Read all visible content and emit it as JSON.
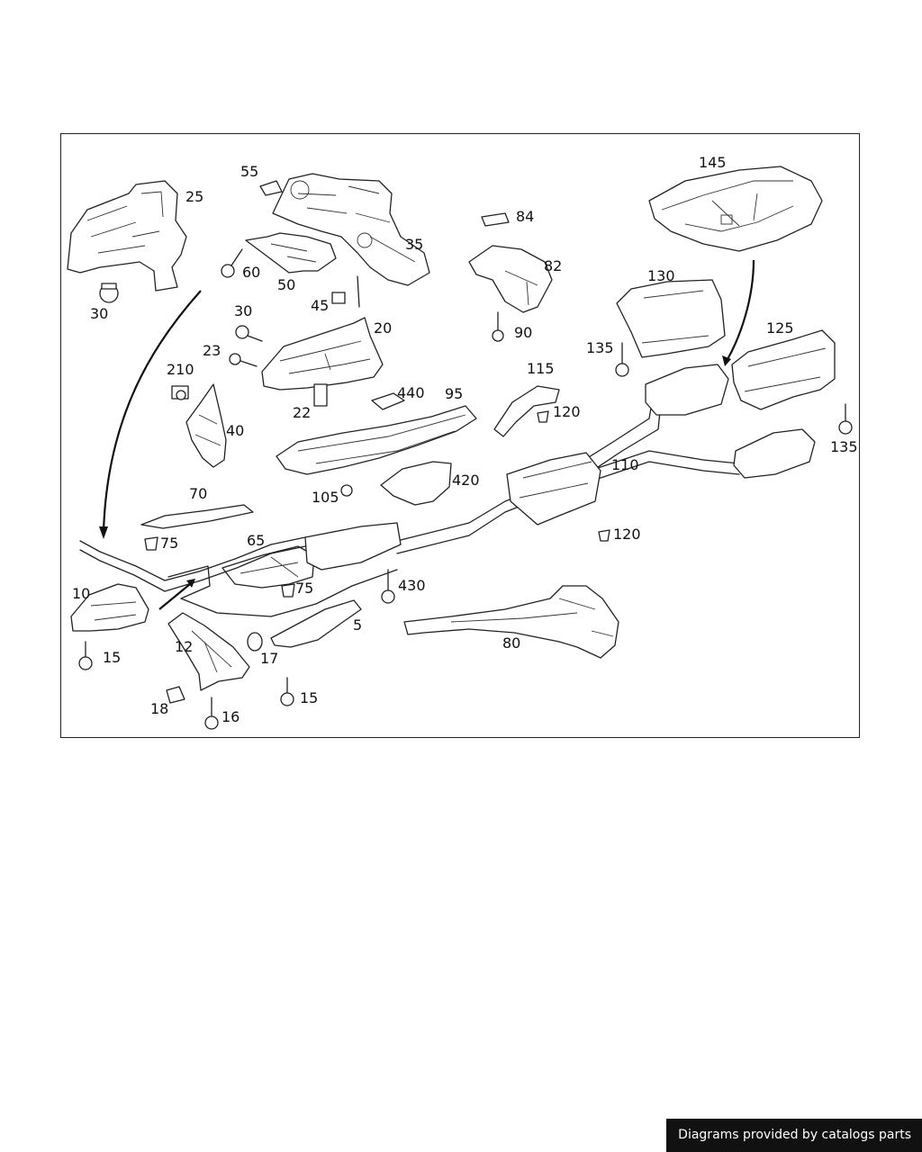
{
  "diagram": {
    "callouts": [
      {
        "id": "c25",
        "label": "25"
      },
      {
        "id": "c55",
        "label": "55"
      },
      {
        "id": "c35",
        "label": "35"
      },
      {
        "id": "c84",
        "label": "84"
      },
      {
        "id": "c145",
        "label": "145"
      },
      {
        "id": "c82",
        "label": "82"
      },
      {
        "id": "c60",
        "label": "60"
      },
      {
        "id": "c50",
        "label": "50"
      },
      {
        "id": "c30a",
        "label": "30"
      },
      {
        "id": "c45",
        "label": "45"
      },
      {
        "id": "c130",
        "label": "130"
      },
      {
        "id": "c30b",
        "label": "30"
      },
      {
        "id": "c90",
        "label": "90"
      },
      {
        "id": "c20",
        "label": "20"
      },
      {
        "id": "c23",
        "label": "23"
      },
      {
        "id": "c125",
        "label": "125"
      },
      {
        "id": "c135a",
        "label": "135"
      },
      {
        "id": "c210",
        "label": "210"
      },
      {
        "id": "c115",
        "label": "115"
      },
      {
        "id": "c440",
        "label": "440"
      },
      {
        "id": "c95",
        "label": "95"
      },
      {
        "id": "c22",
        "label": "22"
      },
      {
        "id": "c120a",
        "label": "120"
      },
      {
        "id": "c40",
        "label": "40"
      },
      {
        "id": "c135b",
        "label": "135"
      },
      {
        "id": "c110",
        "label": "110"
      },
      {
        "id": "c420",
        "label": "420"
      },
      {
        "id": "c105",
        "label": "105"
      },
      {
        "id": "c70",
        "label": "70"
      },
      {
        "id": "c120b",
        "label": "120"
      },
      {
        "id": "c75a",
        "label": "75"
      },
      {
        "id": "c65",
        "label": "65"
      },
      {
        "id": "c75b",
        "label": "75"
      },
      {
        "id": "c430",
        "label": "430"
      },
      {
        "id": "c10",
        "label": "10"
      },
      {
        "id": "c5",
        "label": "5"
      },
      {
        "id": "c80",
        "label": "80"
      },
      {
        "id": "c12",
        "label": "12"
      },
      {
        "id": "c17",
        "label": "17"
      },
      {
        "id": "c15a",
        "label": "15"
      },
      {
        "id": "c15b",
        "label": "15"
      },
      {
        "id": "c18",
        "label": "18"
      },
      {
        "id": "c16",
        "label": "16"
      }
    ]
  },
  "footer": {
    "text": "Diagrams provided by catalogs parts"
  }
}
